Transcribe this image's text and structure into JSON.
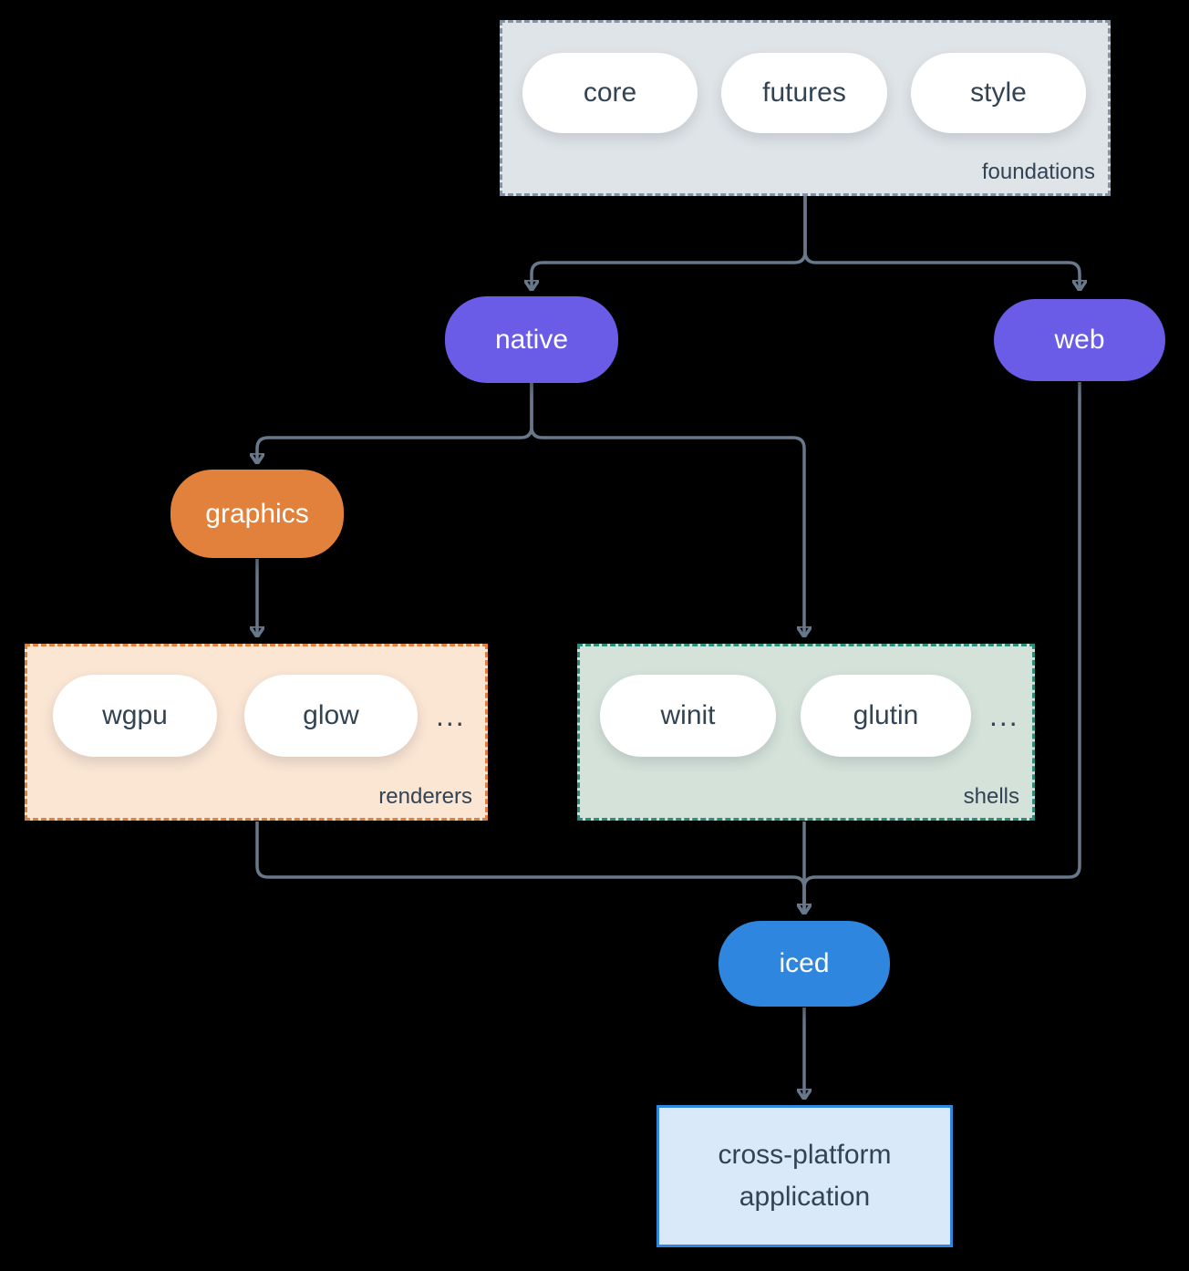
{
  "canvas": {
    "background": "#000000"
  },
  "colors": {
    "edge": "#68788a",
    "dark_text": "#324354",
    "node_purple": "#6a5ce7",
    "node_orange": "#e2813c",
    "node_blue": "#2e86de",
    "white_pill": "#ffffff",
    "foundations_bg": "#dfe4e8",
    "foundations_border": "#8593a3",
    "renderers_bg": "#fbe5d3",
    "renderers_border": "#e2813c",
    "shells_bg": "#d4e2da",
    "shells_border": "#2a8f7c",
    "application_bg": "#d9e9f9",
    "application_border": "#2e86de"
  },
  "groups": {
    "foundations": {
      "label": "foundations",
      "items": [
        "core",
        "futures",
        "style"
      ]
    },
    "renderers": {
      "label": "renderers",
      "items": [
        "wgpu",
        "glow"
      ],
      "more": "..."
    },
    "shells": {
      "label": "shells",
      "items": [
        "winit",
        "glutin"
      ],
      "more": "..."
    }
  },
  "nodes": {
    "native": {
      "label": "native"
    },
    "web": {
      "label": "web"
    },
    "graphics": {
      "label": "graphics"
    },
    "iced": {
      "label": "iced"
    },
    "application": {
      "label": "cross-platform application",
      "lines": [
        "cross-platform",
        "application"
      ]
    }
  },
  "edges": [
    {
      "from": "foundations",
      "to": "native"
    },
    {
      "from": "foundations",
      "to": "web"
    },
    {
      "from": "native",
      "to": "graphics"
    },
    {
      "from": "native",
      "to": "shells"
    },
    {
      "from": "graphics",
      "to": "renderers"
    },
    {
      "from": "renderers",
      "to": "iced"
    },
    {
      "from": "shells",
      "to": "iced"
    },
    {
      "from": "web",
      "to": "iced"
    },
    {
      "from": "iced",
      "to": "application"
    }
  ]
}
